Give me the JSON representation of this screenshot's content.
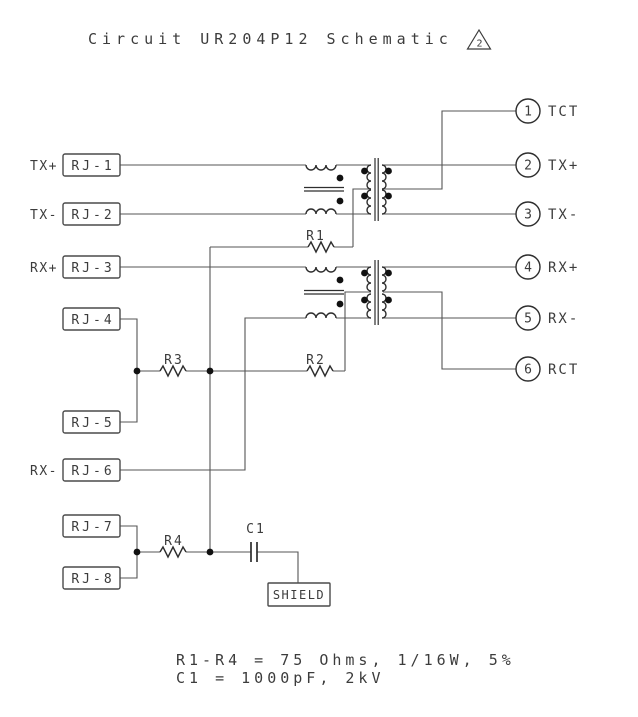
{
  "title": {
    "text": "Circuit UR204P12 Schematic",
    "revision": "2"
  },
  "left_rows": [
    {
      "signal": "TX+",
      "label": "RJ-1"
    },
    {
      "signal": "TX-",
      "label": "RJ-2"
    },
    {
      "signal": "RX+",
      "label": "RJ-3"
    },
    {
      "signal": "",
      "label": "RJ-4"
    },
    {
      "signal": "",
      "label": "RJ-5"
    },
    {
      "signal": "RX-",
      "label": "RJ-6"
    },
    {
      "signal": "",
      "label": "RJ-7"
    },
    {
      "signal": "",
      "label": "RJ-8"
    }
  ],
  "right_pins": [
    {
      "number": "1",
      "label": "TCT"
    },
    {
      "number": "2",
      "label": "TX+"
    },
    {
      "number": "3",
      "label": "TX-"
    },
    {
      "number": "4",
      "label": "RX+"
    },
    {
      "number": "5",
      "label": "RX-"
    },
    {
      "number": "6",
      "label": "RCT"
    }
  ],
  "components": {
    "r1": "R1",
    "r2": "R2",
    "r3": "R3",
    "r4": "R4",
    "c1": "C1",
    "shield": "SHIELD"
  },
  "notes": {
    "line1": "R1-R4 = 75 Ohms, 1/16W, 5%",
    "line2": "C1 = 1000pF, 2kV"
  },
  "colors": {
    "wire": "#555555",
    "symbol": "#2e2e2e",
    "text": "#3c3c3c",
    "background": "#ffffff"
  }
}
